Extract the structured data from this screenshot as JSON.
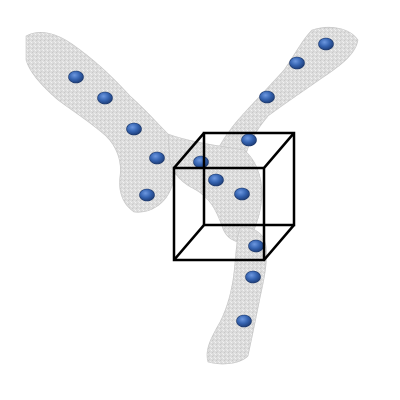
{
  "scene": {
    "background_color": "#ffffff",
    "membrane_color": "#d9d9d9",
    "particle_color": "#3563b0",
    "particle_highlight_color": "#5b8ad6",
    "cube_color": "#000000",
    "branch_count": 3,
    "particle_count": 16,
    "particles": [
      {
        "id": "p1"
      },
      {
        "id": "p2"
      },
      {
        "id": "p3"
      },
      {
        "id": "p4"
      },
      {
        "id": "p5"
      },
      {
        "id": "p6"
      },
      {
        "id": "p7"
      },
      {
        "id": "p8"
      },
      {
        "id": "p9"
      },
      {
        "id": "p10"
      },
      {
        "id": "p11"
      },
      {
        "id": "p12"
      },
      {
        "id": "p13"
      },
      {
        "id": "p14"
      },
      {
        "id": "p15"
      },
      {
        "id": "p16"
      }
    ]
  }
}
